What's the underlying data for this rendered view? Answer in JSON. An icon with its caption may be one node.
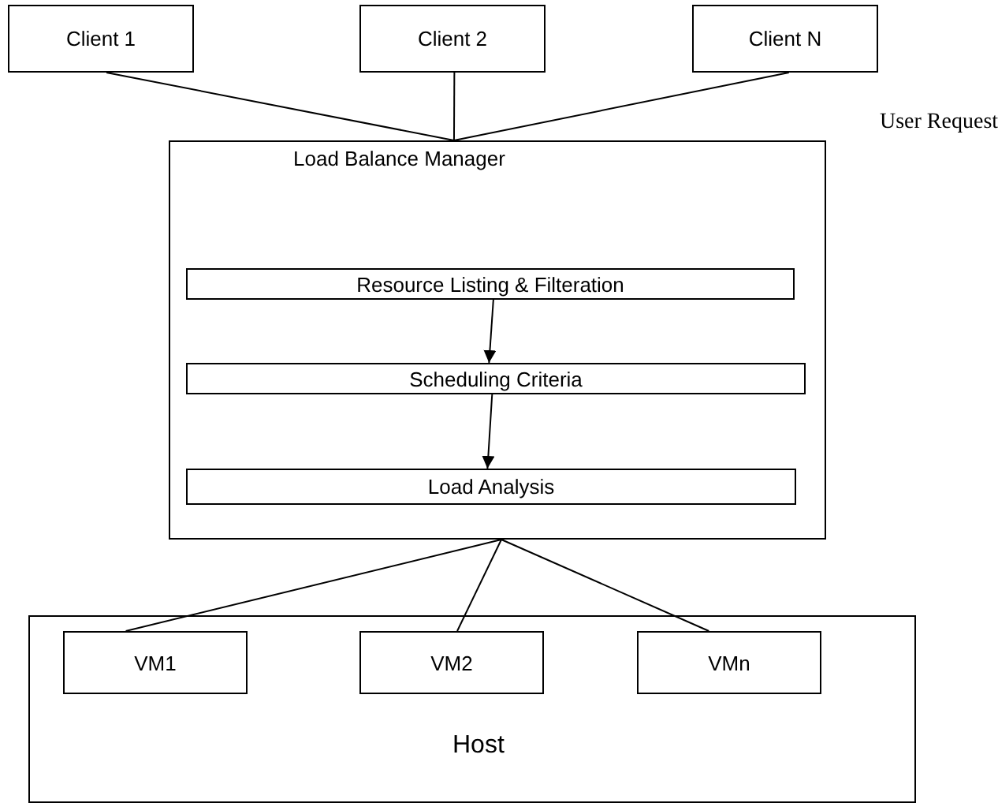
{
  "diagram": {
    "nodes": [
      {
        "text": [
          "Client 1"
        ]
      },
      {
        "text": [
          "Client 2"
        ]
      },
      {
        "text": [
          "Client N"
        ]
      },
      {
        "text": [
          "Load Balance Manager"
        ]
      },
      {
        "text": [
          "Resource Listing & Filteration"
        ],
        "in": 3
      },
      {
        "text": [
          "Scheduling Criteria"
        ],
        "in": 3
      },
      {
        "text": [
          "Load Analysis"
        ],
        "in": 3
      },
      {
        "text": [
          "Host"
        ]
      },
      {
        "text": [
          "VM1"
        ],
        "in": 7
      },
      {
        "text": [
          "VM2"
        ],
        "in": 7
      },
      {
        "text": [
          "VMn"
        ],
        "in": 7
      }
    ],
    "edges": [
      {
        "from": 0,
        "to": 3,
        "arrow": "none"
      },
      {
        "from": 1,
        "to": 3,
        "arrow": "none"
      },
      {
        "from": 2,
        "to": 3,
        "arrow": "none"
      },
      {
        "from": 4,
        "to": 5,
        "arrow": "to"
      },
      {
        "from": 5,
        "to": 6,
        "arrow": "to"
      },
      {
        "from": 3,
        "to": 8,
        "arrow": "none"
      },
      {
        "from": 3,
        "to": 9,
        "arrow": "none"
      },
      {
        "from": 3,
        "to": 10,
        "arrow": "none"
      }
    ],
    "labels": [
      "User Request"
    ]
  }
}
